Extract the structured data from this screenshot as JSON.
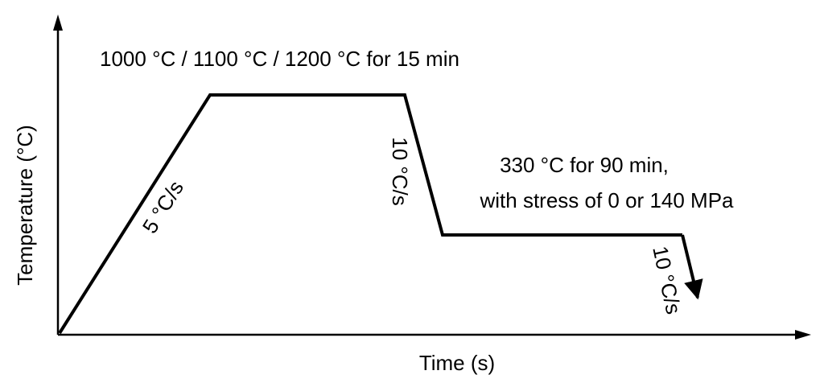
{
  "axes": {
    "x_label": "Time (s)",
    "y_label": "Temperature (°C)"
  },
  "annotations": {
    "hold_high": "1000 °C / 1100 °C / 1200 °C for 15 min",
    "heating_rate": "5 °C/s",
    "cooling_rate_1": "10 °C/s",
    "hold_low_line1": "330 °C for 90 min,",
    "hold_low_line2": "with stress of 0 or 140 MPa",
    "cooling_rate_2": "10 °C/s"
  },
  "colors": {
    "line": "#000000",
    "background": "#ffffff"
  }
}
